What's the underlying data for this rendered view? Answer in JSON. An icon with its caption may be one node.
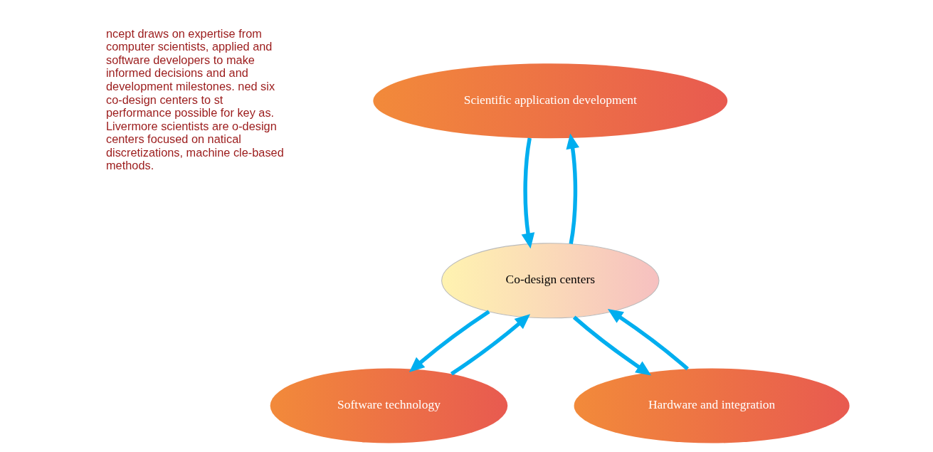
{
  "diagram": {
    "nodes": [
      {
        "text": [
          "Scientific application development"
        ]
      },
      {
        "text": [
          "Co-design centers"
        ]
      },
      {
        "text": [
          "Software technology"
        ]
      },
      {
        "text": [
          "Hardware and integration"
        ]
      }
    ],
    "edges": [
      {
        "from": 0,
        "to": 1,
        "arrow": "to"
      },
      {
        "from": 1,
        "to": 0,
        "arrow": "to"
      },
      {
        "from": 2,
        "to": 1,
        "arrow": "to"
      },
      {
        "from": 1,
        "to": 2,
        "arrow": "to"
      },
      {
        "from": 1,
        "to": 3,
        "arrow": "to"
      },
      {
        "from": 3,
        "to": 1,
        "arrow": "to"
      }
    ],
    "labels": [
      "ncept draws on expertise from computer scientists, applied and software developers to make informed decisions and and development milestones. ned six co-design centers to st performance possible for key as. Livermore scientists are o-design centers focused on natical discretizations, machine cle-based methods."
    ]
  }
}
